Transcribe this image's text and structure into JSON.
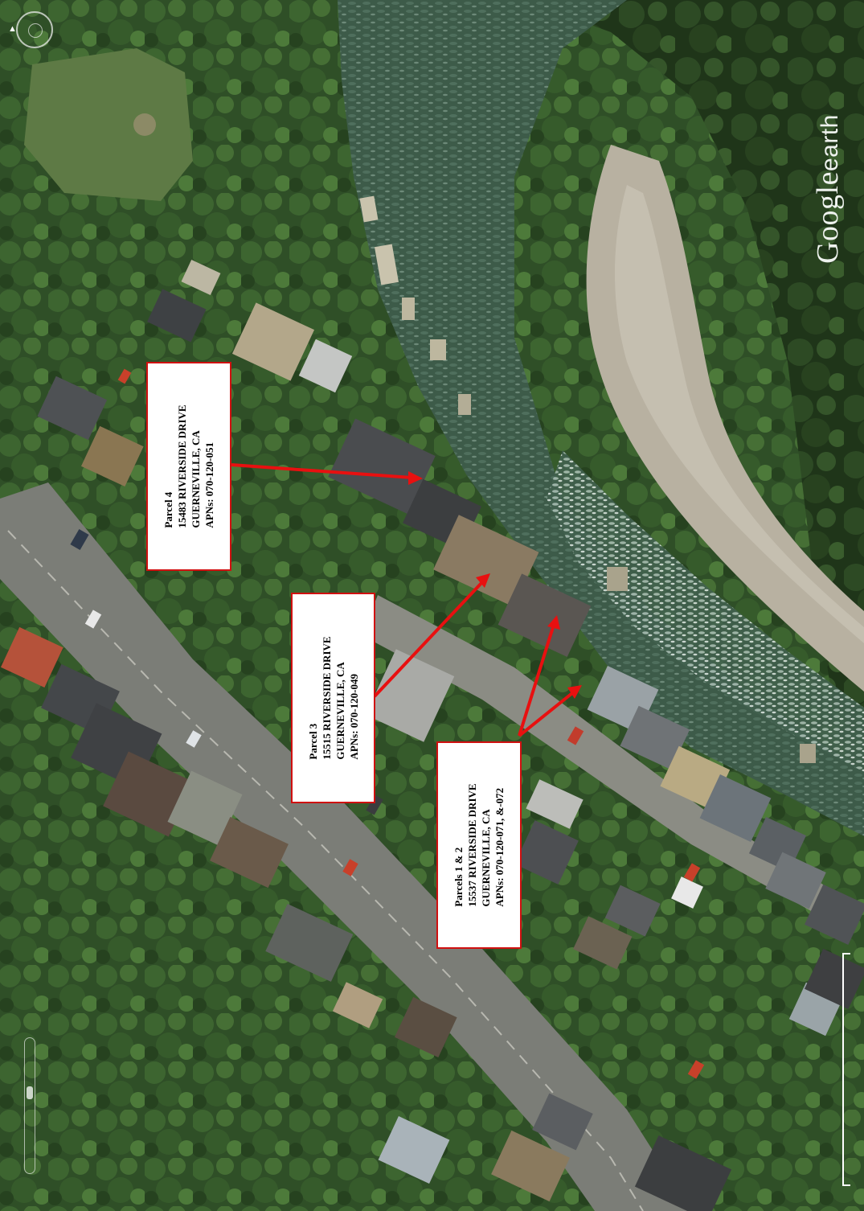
{
  "labels": [
    {
      "id": "parcel-4",
      "lines": [
        "Parcel 4",
        "15483 RIVERSIDE DRIVE",
        "GUERNEVILLE, CA",
        "APNs: 070-120-051"
      ]
    },
    {
      "id": "parcel-3",
      "lines": [
        "Parcel 3",
        "15515 RIVERSIDE DRIVE",
        "GUERNEVILLE, CA",
        "APNs: 070-120-049"
      ]
    },
    {
      "id": "parcels-1-2",
      "lines": [
        "Parcels 1 & 2",
        "15537 RIVERSIDE DRIVE",
        "GUERNEVILLE, CA",
        "APNs: 070-120-071, &-072"
      ]
    }
  ],
  "brand": {
    "name": "Google",
    "suffix": "earth"
  },
  "colors": {
    "leader": "#e81010",
    "label_border": "#d01010",
    "river": "#3f5e4c",
    "sandbar": "#b9b2a2",
    "road": "#7c7e78",
    "forest": "#2c4a25"
  },
  "icons": [
    "compass-icon",
    "zoom-slider-icon",
    "scale-bar-icon"
  ]
}
